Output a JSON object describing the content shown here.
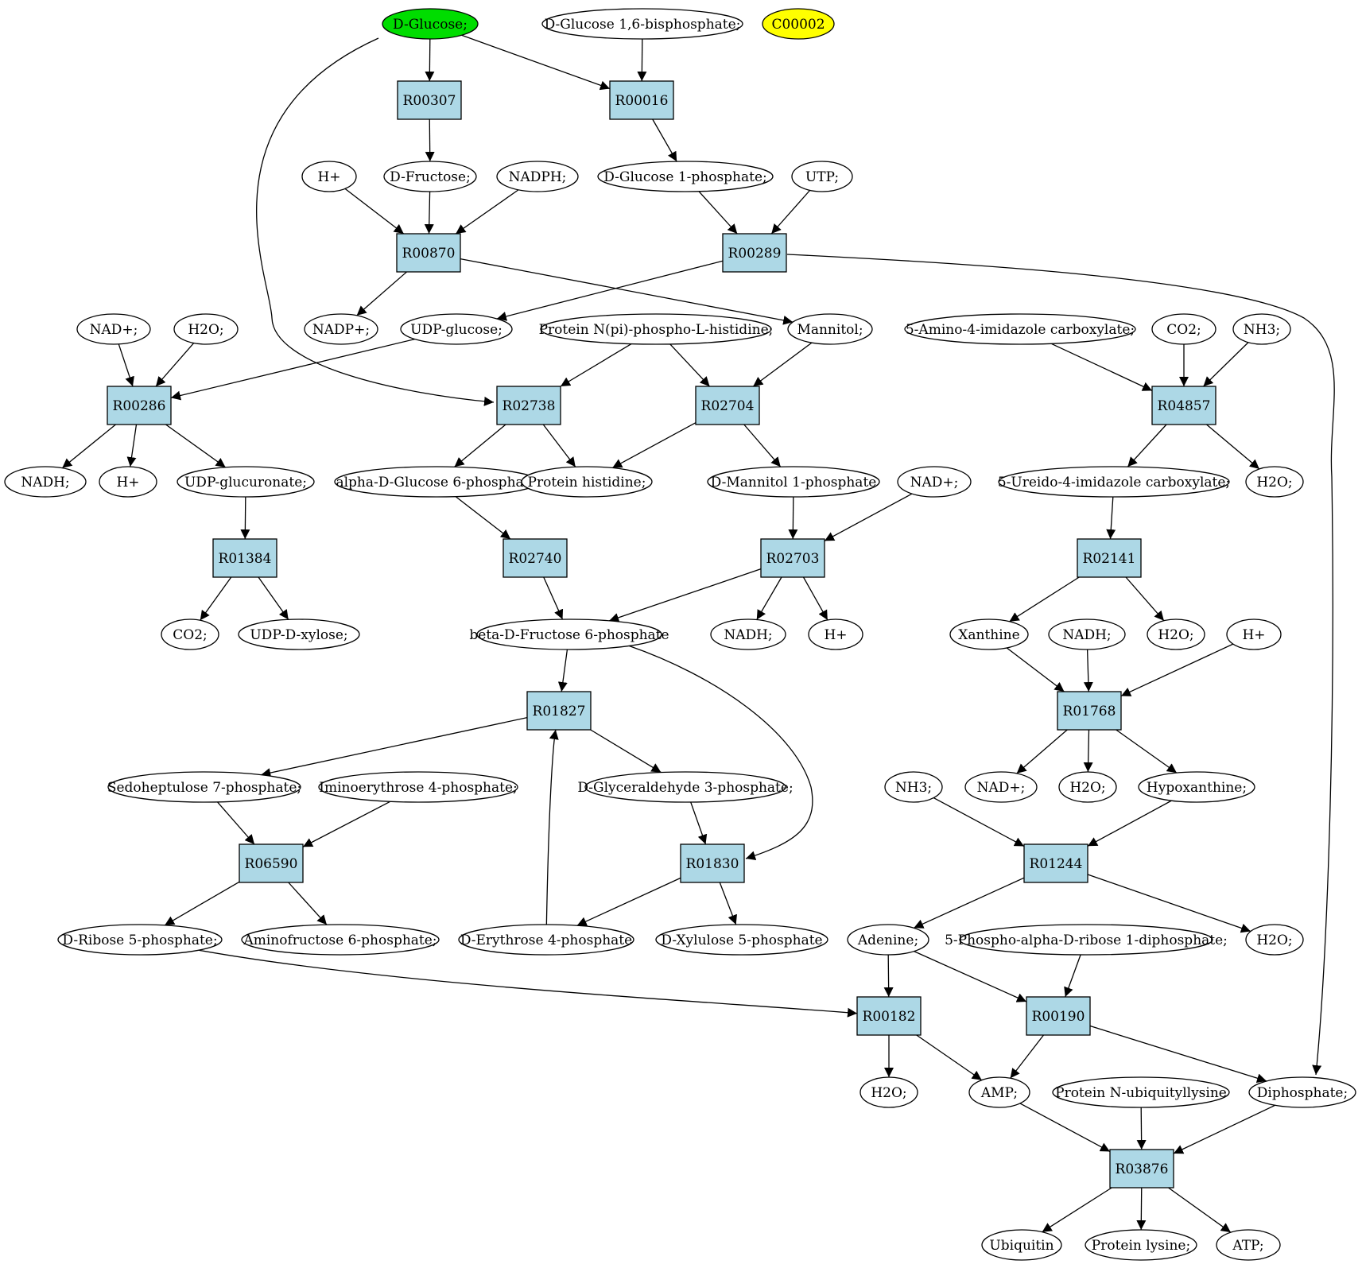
{
  "diagram": {
    "compounds": {
      "n_dglucose": {
        "label": "D-Glucose;",
        "fill": "#00dd00"
      },
      "n_dg16bp": {
        "label": "D-Glucose 1,6-bisphosphate;"
      },
      "n_c00002": {
        "label": "C00002",
        "fill": "#ffff00"
      },
      "n_hplus1": {
        "label": "H+"
      },
      "n_dfructose": {
        "label": "D-Fructose;"
      },
      "n_nadph": {
        "label": "NADPH;"
      },
      "n_dg1p": {
        "label": "D-Glucose 1-phosphate;"
      },
      "n_utp": {
        "label": "UTP;"
      },
      "n_nadplus_r": {
        "label": "NAD+;"
      },
      "n_h2o_a": {
        "label": "H2O;"
      },
      "n_nadpplus": {
        "label": "NADP+;"
      },
      "n_udpglucose": {
        "label": "UDP-glucose;"
      },
      "n_pnphis": {
        "label": "Protein N(pi)-phospho-L-histidine;"
      },
      "n_mannitol": {
        "label": "Mannitol;"
      },
      "n_aica": {
        "label": "5-Amino-4-imidazole carboxylate;"
      },
      "n_co2_a": {
        "label": "CO2;"
      },
      "n_nh3_a": {
        "label": "NH3;"
      },
      "n_nadh_a": {
        "label": "NADH;"
      },
      "n_hplus2": {
        "label": "H+"
      },
      "n_udpglucuronate": {
        "label": "UDP-glucuronate;"
      },
      "n_adg6p": {
        "label": "alpha-D-Glucose 6-phosphate"
      },
      "n_prothis": {
        "label": "Protein histidine;"
      },
      "n_dm1p": {
        "label": "D-Mannitol 1-phosphate"
      },
      "n_nadplus_b": {
        "label": "NAD+;"
      },
      "n_uica": {
        "label": "5-Ureido-4-imidazole carboxylate;"
      },
      "n_h2o_b": {
        "label": "H2O;"
      },
      "n_co2_b": {
        "label": "CO2;"
      },
      "n_udpxylose": {
        "label": "UDP-D-xylose;"
      },
      "n_bdf6p": {
        "label": "beta-D-Fructose 6-phosphate"
      },
      "n_nadh_b": {
        "label": "NADH;"
      },
      "n_hplus3": {
        "label": "H+"
      },
      "n_xanthine": {
        "label": "Xanthine"
      },
      "n_nadh_c": {
        "label": "NADH;"
      },
      "n_h2o_c": {
        "label": "H2O;"
      },
      "n_hplus4": {
        "label": "H+"
      },
      "n_s7p": {
        "label": "Sedoheptulose 7-phosphate;"
      },
      "n_ie4p": {
        "label": "Iminoerythrose 4-phosphate;"
      },
      "n_g3p": {
        "label": "D-Glyceraldehyde 3-phosphate;"
      },
      "n_nh3_b": {
        "label": "NH3;"
      },
      "n_nadplus_c": {
        "label": "NAD+;"
      },
      "n_h2o_d": {
        "label": "H2O;"
      },
      "n_hypoxanthine": {
        "label": "Hypoxanthine;"
      },
      "n_r5p": {
        "label": "D-Ribose 5-phosphate;"
      },
      "n_af6p": {
        "label": "Aminofructose 6-phosphate;"
      },
      "n_de4p": {
        "label": "D-Erythrose 4-phosphate"
      },
      "n_dx5p": {
        "label": "D-Xylulose 5-phosphate"
      },
      "n_adenine": {
        "label": "Adenine;"
      },
      "n_prpp": {
        "label": "5-Phospho-alpha-D-ribose 1-diphosphate;"
      },
      "n_h2o_e": {
        "label": "H2O;"
      },
      "n_h2o_f": {
        "label": "H2O;"
      },
      "n_amp": {
        "label": "AMP;"
      },
      "n_pnub": {
        "label": "Protein N-ubiquityllysine"
      },
      "n_diphosphate": {
        "label": "Diphosphate;"
      },
      "n_ubiquitin": {
        "label": "Ubiquitin"
      },
      "n_protlys": {
        "label": "Protein lysine;"
      },
      "n_atp": {
        "label": "ATP;"
      }
    },
    "reactions": {
      "r00307": {
        "label": "R00307"
      },
      "r00016": {
        "label": "R00016"
      },
      "r00870": {
        "label": "R00870"
      },
      "r00289": {
        "label": "R00289"
      },
      "r00286": {
        "label": "R00286"
      },
      "r02738": {
        "label": "R02738"
      },
      "r02704": {
        "label": "R02704"
      },
      "r04857": {
        "label": "R04857"
      },
      "r01384": {
        "label": "R01384"
      },
      "r02740": {
        "label": "R02740"
      },
      "r02703": {
        "label": "R02703"
      },
      "r02141": {
        "label": "R02141"
      },
      "r01827": {
        "label": "R01827"
      },
      "r01768": {
        "label": "R01768"
      },
      "r06590": {
        "label": "R06590"
      },
      "r01830": {
        "label": "R01830"
      },
      "r01244": {
        "label": "R01244"
      },
      "r00182": {
        "label": "R00182"
      },
      "r00190": {
        "label": "R00190"
      },
      "r03876": {
        "label": "R03876"
      }
    },
    "edges": [
      [
        "n_dglucose",
        "r00307"
      ],
      [
        "n_dglucose",
        "r00016"
      ],
      [
        "n_dglucose",
        "r02738"
      ],
      [
        "n_dg16bp",
        "r00016"
      ],
      [
        "r00307",
        "n_dfructose"
      ],
      [
        "r00016",
        "n_dg1p"
      ],
      [
        "n_hplus1",
        "r00870"
      ],
      [
        "n_dfructose",
        "r00870"
      ],
      [
        "n_nadph",
        "r00870"
      ],
      [
        "n_dg1p",
        "r00289"
      ],
      [
        "n_utp",
        "r00289"
      ],
      [
        "r00870",
        "n_nadpplus"
      ],
      [
        "r00870",
        "n_mannitol"
      ],
      [
        "r00289",
        "n_udpglucose"
      ],
      [
        "r00289",
        "n_diphosphate"
      ],
      [
        "n_nadplus_r",
        "r00286"
      ],
      [
        "n_h2o_a",
        "r00286"
      ],
      [
        "n_udpglucose",
        "r00286"
      ],
      [
        "n_pnphis",
        "r02738"
      ],
      [
        "n_pnphis",
        "r02704"
      ],
      [
        "n_mannitol",
        "r02704"
      ],
      [
        "n_aica",
        "r04857"
      ],
      [
        "n_co2_a",
        "r04857"
      ],
      [
        "n_nh3_a",
        "r04857"
      ],
      [
        "r00286",
        "n_nadh_a"
      ],
      [
        "r00286",
        "n_hplus2"
      ],
      [
        "r00286",
        "n_udpglucuronate"
      ],
      [
        "r02738",
        "n_adg6p"
      ],
      [
        "r02738",
        "n_prothis"
      ],
      [
        "r02704",
        "n_prothis"
      ],
      [
        "r02704",
        "n_dm1p"
      ],
      [
        "r04857",
        "n_uica"
      ],
      [
        "r04857",
        "n_h2o_b"
      ],
      [
        "n_udpglucuronate",
        "r01384"
      ],
      [
        "n_adg6p",
        "r02740"
      ],
      [
        "n_dm1p",
        "r02703"
      ],
      [
        "n_nadplus_b",
        "r02703"
      ],
      [
        "n_uica",
        "r02141"
      ],
      [
        "r01384",
        "n_co2_b"
      ],
      [
        "r01384",
        "n_udpxylose"
      ],
      [
        "r02740",
        "n_bdf6p"
      ],
      [
        "r02703",
        "n_bdf6p"
      ],
      [
        "r02703",
        "n_nadh_b"
      ],
      [
        "r02703",
        "n_hplus3"
      ],
      [
        "r02141",
        "n_xanthine"
      ],
      [
        "r02141",
        "n_h2o_c"
      ],
      [
        "n_bdf6p",
        "r01827"
      ],
      [
        "n_bdf6p",
        "r01830"
      ],
      [
        "n_xanthine",
        "r01768"
      ],
      [
        "n_nadh_c",
        "r01768"
      ],
      [
        "n_hplus4",
        "r01768"
      ],
      [
        "r01827",
        "n_s7p"
      ],
      [
        "r01827",
        "n_g3p"
      ],
      [
        "r01768",
        "n_nadplus_c"
      ],
      [
        "r01768",
        "n_h2o_d"
      ],
      [
        "r01768",
        "n_hypoxanthine"
      ],
      [
        "n_s7p",
        "r06590"
      ],
      [
        "n_ie4p",
        "r06590"
      ],
      [
        "n_g3p",
        "r01830"
      ],
      [
        "n_nh3_b",
        "r01244"
      ],
      [
        "n_hypoxanthine",
        "r01244"
      ],
      [
        "r06590",
        "n_r5p"
      ],
      [
        "r06590",
        "n_af6p"
      ],
      [
        "r01830",
        "n_de4p"
      ],
      [
        "r01830",
        "n_dx5p"
      ],
      [
        "n_de4p",
        "r01827"
      ],
      [
        "r01244",
        "n_adenine"
      ],
      [
        "r01244",
        "n_h2o_e"
      ],
      [
        "n_r5p",
        "r00182"
      ],
      [
        "n_adenine",
        "r00182"
      ],
      [
        "n_adenine",
        "r00190"
      ],
      [
        "n_prpp",
        "r00190"
      ],
      [
        "r00182",
        "n_h2o_f"
      ],
      [
        "r00182",
        "n_amp"
      ],
      [
        "r00190",
        "n_amp"
      ],
      [
        "r00190",
        "n_diphosphate"
      ],
      [
        "n_amp",
        "r03876"
      ],
      [
        "n_pnub",
        "r03876"
      ],
      [
        "n_diphosphate",
        "r03876"
      ],
      [
        "r03876",
        "n_ubiquitin"
      ],
      [
        "r03876",
        "n_protlys"
      ],
      [
        "r03876",
        "n_atp"
      ]
    ]
  }
}
